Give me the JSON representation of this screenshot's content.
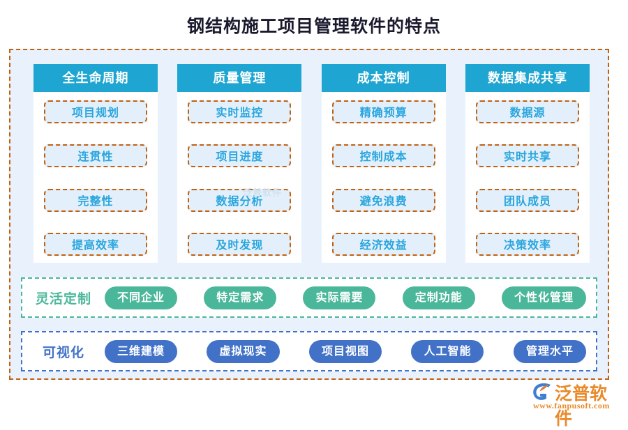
{
  "page": {
    "title": "钢结构施工项目管理软件的特点",
    "watermark": "泛普软件"
  },
  "colors": {
    "frame_border": "#c1610f",
    "frame_background": "#e9f2fc",
    "column_header": "#1fa5d1",
    "chip_border": "#c1610f",
    "chip_background": "#e3f0fb",
    "chip_text": "#29a5dd",
    "custom_row": "#4bb79a",
    "visual_row": "#4272c8",
    "logo": "#e98a2b"
  },
  "columns": [
    {
      "header": "全生命周期",
      "items": [
        "项目规划",
        "连贯性",
        "完整性",
        "提高效率"
      ]
    },
    {
      "header": "质量管理",
      "items": [
        "实时监控",
        "项目进度",
        "数据分析",
        "及时发现"
      ]
    },
    {
      "header": "成本控制",
      "items": [
        "精确预算",
        "控制成本",
        "避免浪费",
        "经济效益"
      ]
    },
    {
      "header": "数据集成共享",
      "items": [
        "数据源",
        "实时共享",
        "团队成员",
        "决策效率"
      ]
    }
  ],
  "rows": [
    {
      "label": "灵活定制",
      "pills": [
        "不同企业",
        "特定需求",
        "实际需要",
        "定制功能",
        "个性化管理"
      ]
    },
    {
      "label": "可视化",
      "pills": [
        "三维建模",
        "虚拟现实",
        "项目视图",
        "人工智能",
        "管理水平"
      ]
    }
  ],
  "logo": {
    "mark": "fanpu-swoosh-icon",
    "name": "泛普软件",
    "url": "www.fanpusoft.com"
  }
}
